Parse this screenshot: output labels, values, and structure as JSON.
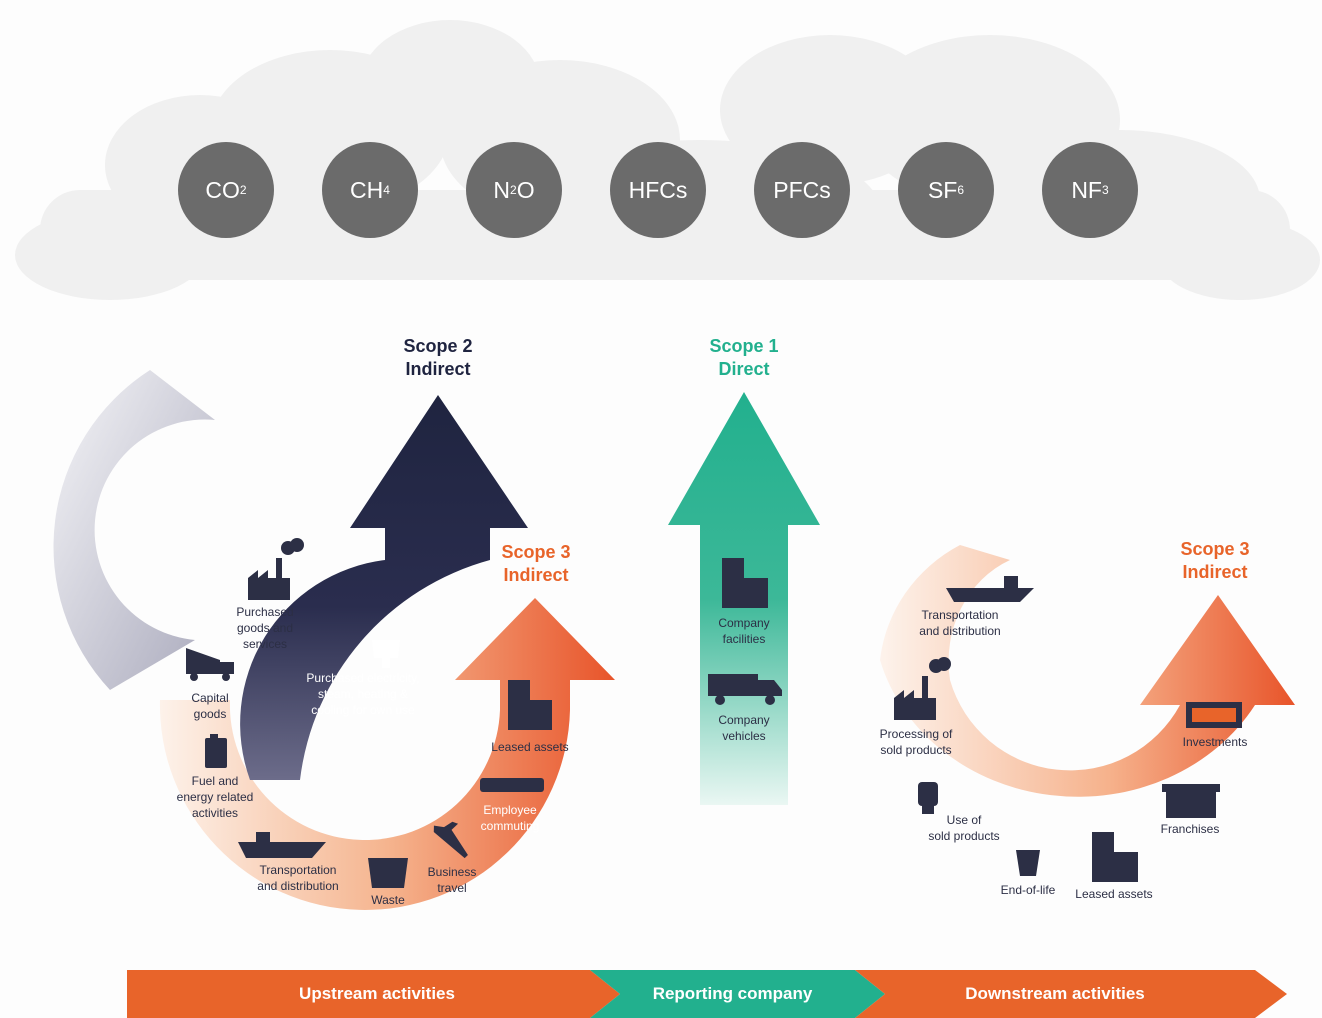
{
  "gases": [
    {
      "base": "CO",
      "sub": "2",
      "tail": ""
    },
    {
      "base": "CH",
      "sub": "4",
      "tail": ""
    },
    {
      "base": "N",
      "sub": "2",
      "tail": "O"
    },
    {
      "base": "HFCs",
      "sub": "",
      "tail": ""
    },
    {
      "base": "PFCs",
      "sub": "",
      "tail": ""
    },
    {
      "base": "SF",
      "sub": "6",
      "tail": ""
    },
    {
      "base": "NF",
      "sub": "3",
      "tail": ""
    }
  ],
  "scope2": {
    "line1": "Scope 2",
    "line2": "Indirect"
  },
  "scope1": {
    "line1": "Scope 1",
    "line2": "Direct"
  },
  "scope3_up": {
    "line1": "Scope 3",
    "line2": "Indirect"
  },
  "scope3_down": {
    "line1": "Scope 3",
    "line2": "Indirect"
  },
  "upstream": {
    "purchased_goods": "Purchased\ngoods and\nservices",
    "capital_goods": "Capital\ngoods",
    "fuel_energy": "Fuel and\nenergy related\nactivities",
    "transport": "Transportation\nand distribution",
    "waste": "Waste",
    "business_travel": "Business\ntravel",
    "employee_commuting": "Employee\ncommuting",
    "leased_assets": "Leased assets",
    "electricity": "Purchased electricity,\nsteam, heating &\ncooling for own use"
  },
  "company": {
    "facilities": "Company\nfacilities",
    "vehicles": "Company\nvehicles"
  },
  "downstream": {
    "transport": "Transportation\nand distribution",
    "processing": "Processing of\nsold products",
    "use": "Use of\nsold products",
    "end_of_life": "End-of-life",
    "leased_assets": "Leased assets",
    "franchises": "Franchises",
    "investments": "Investments"
  },
  "bars": {
    "upstream": "Upstream activities",
    "reporting": "Reporting company",
    "downstream": "Downstream activities"
  },
  "colors": {
    "navy": "#1f2440",
    "teal": "#22b08e",
    "orange": "#e8642a",
    "gas": "#6b6b6b"
  }
}
